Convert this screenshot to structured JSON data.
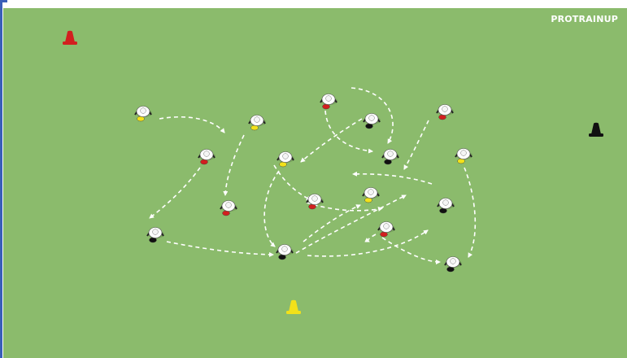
{
  "brand": {
    "text": "PROTRAINUP"
  },
  "colors": {
    "pitch": "#8bbb6c",
    "line": "#ffffff",
    "red": "#d21f1f",
    "yellow": "#f2e11a",
    "black": "#111111",
    "player": "#ffffff"
  },
  "diagram": {
    "cones": [
      {
        "name": "cone-red",
        "color": "red"
      },
      {
        "name": "cone-black",
        "color": "black"
      },
      {
        "name": "cone-yellow",
        "color": "yellow"
      }
    ],
    "players": [
      {
        "name": "player-yellow-1",
        "color": "yellow"
      },
      {
        "name": "player-yellow-2",
        "color": "yellow"
      },
      {
        "name": "player-red-1",
        "color": "red"
      },
      {
        "name": "player-black-1",
        "color": "black"
      },
      {
        "name": "player-red-2",
        "color": "red"
      },
      {
        "name": "player-red-3",
        "color": "red"
      },
      {
        "name": "player-yellow-3",
        "color": "yellow"
      },
      {
        "name": "player-black-2",
        "color": "black"
      },
      {
        "name": "player-red-4",
        "color": "red"
      },
      {
        "name": "player-black-3",
        "color": "black"
      },
      {
        "name": "player-red-5",
        "color": "red"
      },
      {
        "name": "player-yellow-4",
        "color": "yellow"
      },
      {
        "name": "player-black-4",
        "color": "black"
      },
      {
        "name": "player-yellow-5",
        "color": "yellow"
      },
      {
        "name": "player-red-6",
        "color": "red"
      },
      {
        "name": "player-black-5",
        "color": "black"
      },
      {
        "name": "player-black-6",
        "color": "black"
      }
    ]
  }
}
